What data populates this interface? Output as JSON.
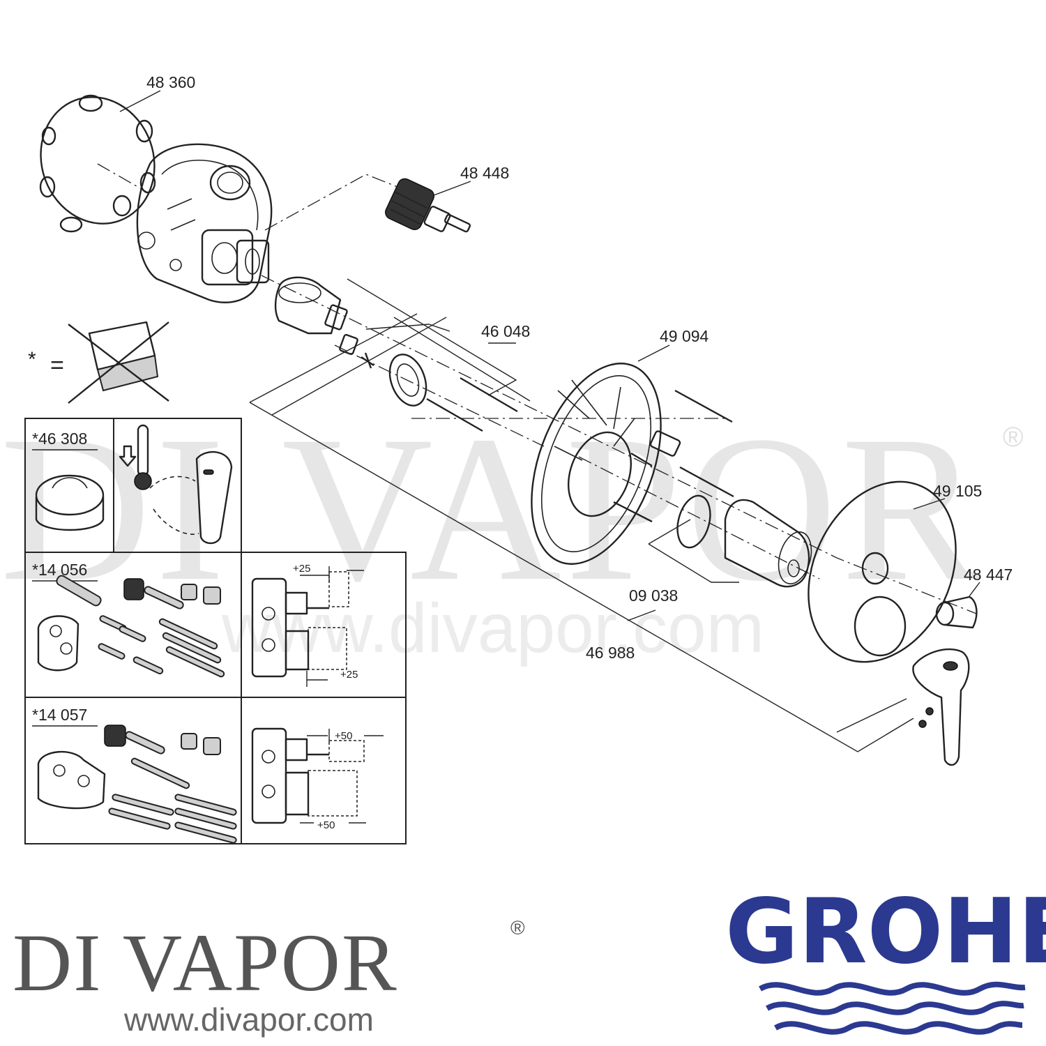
{
  "watermark": {
    "text": "DI VAPOR",
    "registered": "®",
    "url": "www.divapor.com"
  },
  "parts": [
    {
      "number": "48 360"
    },
    {
      "number": "48 448"
    },
    {
      "number": "46 048"
    },
    {
      "number": "49 094"
    },
    {
      "number": "49 105"
    },
    {
      "number": "48 447"
    },
    {
      "number": "09 038"
    },
    {
      "number": "46 988"
    }
  ],
  "note_symbol": {
    "star": "*",
    "equals": "="
  },
  "inset_table": {
    "rows": [
      {
        "part": "*46 308"
      },
      {
        "part": "*14 056",
        "extension": "+25"
      },
      {
        "part": "*14 057",
        "extension": "+50"
      }
    ]
  },
  "footer": {
    "brand": "DI VAPOR",
    "registered": "®",
    "url": "www.divapor.com",
    "logo_text": "GROHE",
    "logo_color": "#2b3990"
  }
}
